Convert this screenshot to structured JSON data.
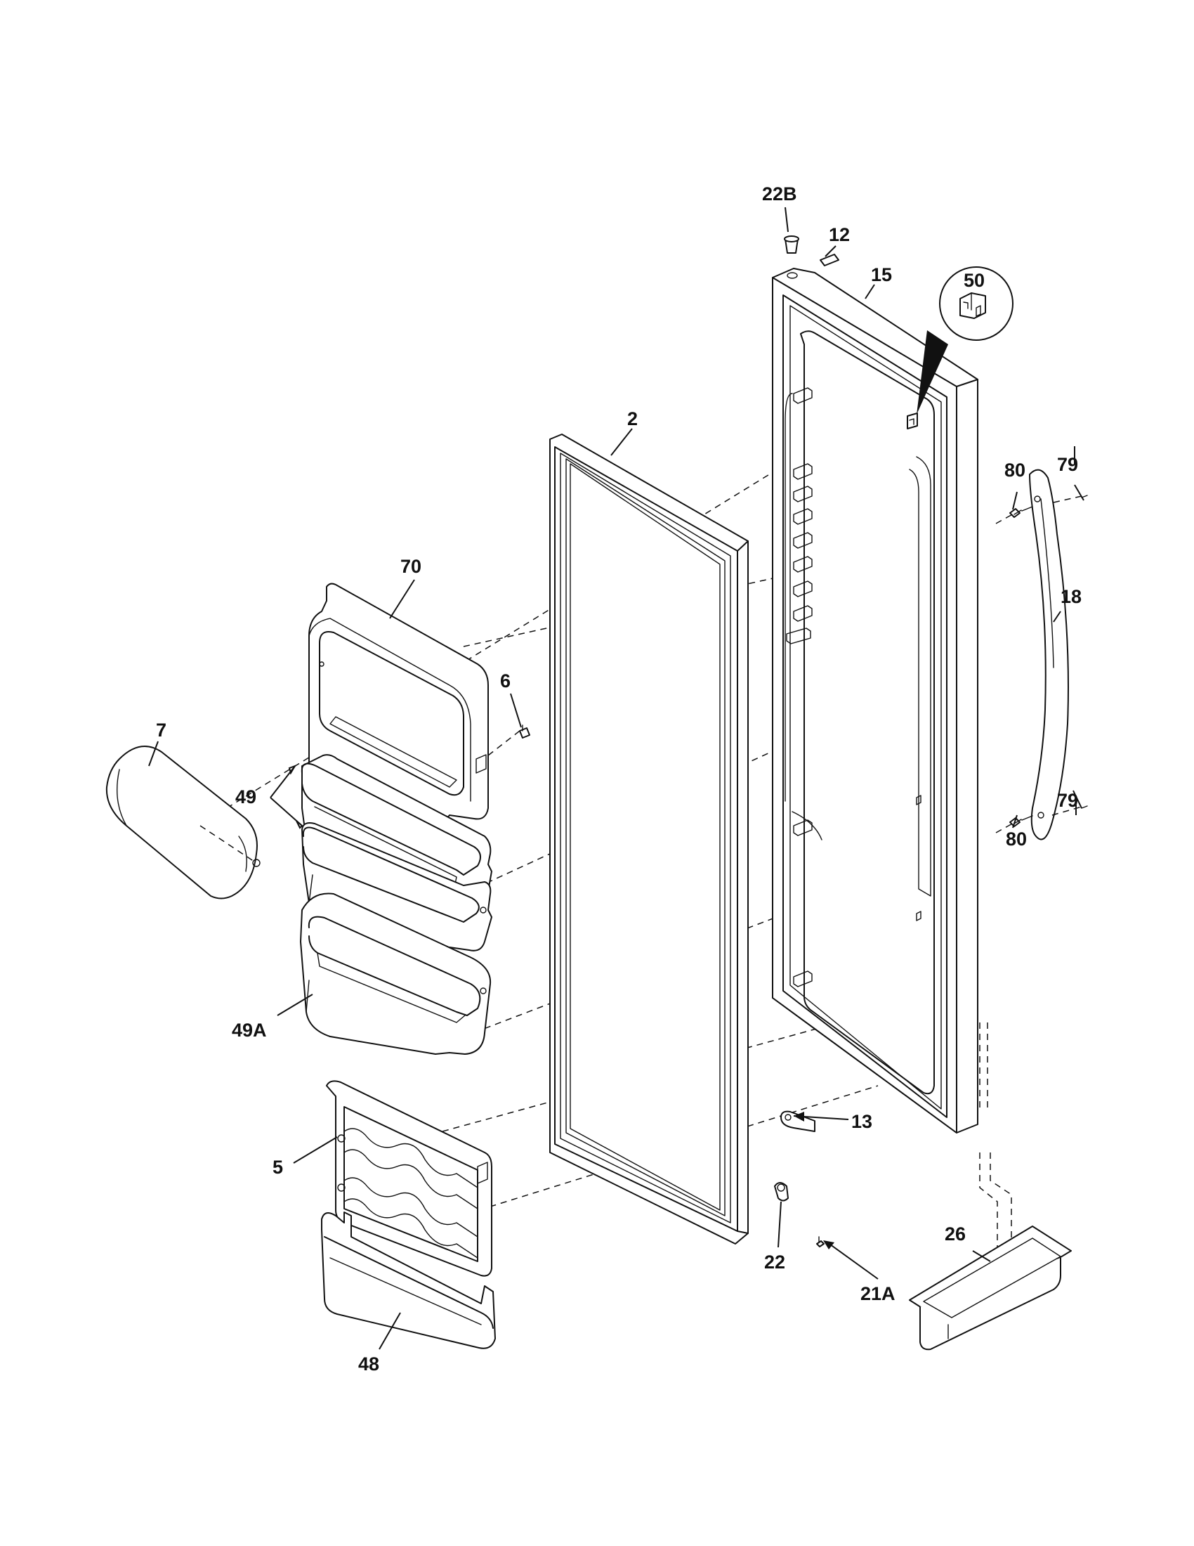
{
  "diagram": {
    "callouts": {
      "c22b": "22B",
      "c12": "12",
      "c15": "15",
      "c50": "50",
      "c2": "2",
      "c80_top": "80",
      "c79_top": "79",
      "c70": "70",
      "c18": "18",
      "c6": "6",
      "c7": "7",
      "c49": "49",
      "c80_bottom": "80",
      "c79_bottom": "79",
      "c49a": "49A",
      "c13": "13",
      "c5": "5",
      "c26": "26",
      "c22": "22",
      "c21a": "21A",
      "c48": "48"
    }
  }
}
